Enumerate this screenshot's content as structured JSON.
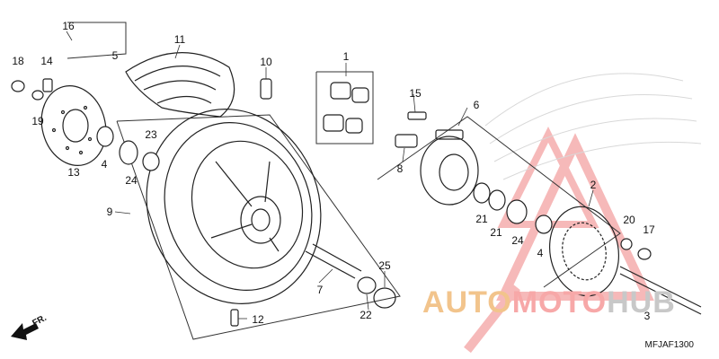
{
  "diagram": {
    "callouts": [
      {
        "id": "c1",
        "text": "1"
      },
      {
        "id": "c2",
        "text": "2"
      },
      {
        "id": "c3",
        "text": "3"
      },
      {
        "id": "c4a",
        "text": "4"
      },
      {
        "id": "c4b",
        "text": "4"
      },
      {
        "id": "c5",
        "text": "5"
      },
      {
        "id": "c6",
        "text": "6"
      },
      {
        "id": "c7",
        "text": "7"
      },
      {
        "id": "c8",
        "text": "8"
      },
      {
        "id": "c9",
        "text": "9"
      },
      {
        "id": "c10",
        "text": "10"
      },
      {
        "id": "c11",
        "text": "11"
      },
      {
        "id": "c12",
        "text": "12"
      },
      {
        "id": "c13",
        "text": "13"
      },
      {
        "id": "c14",
        "text": "14"
      },
      {
        "id": "c15",
        "text": "15"
      },
      {
        "id": "c16",
        "text": "16"
      },
      {
        "id": "c17",
        "text": "17"
      },
      {
        "id": "c18",
        "text": "18"
      },
      {
        "id": "c19",
        "text": "19"
      },
      {
        "id": "c20",
        "text": "20"
      },
      {
        "id": "c21a",
        "text": "21"
      },
      {
        "id": "c21b",
        "text": "21"
      },
      {
        "id": "c22",
        "text": "22"
      },
      {
        "id": "c23",
        "text": "23"
      },
      {
        "id": "c24a",
        "text": "24"
      },
      {
        "id": "c24b",
        "text": "24"
      },
      {
        "id": "c25",
        "text": "25"
      }
    ],
    "front_label": "FR.",
    "diagram_code": "MFJAF1300"
  },
  "watermark": {
    "part1": "AUTO",
    "part2": "MOTO",
    "part3": "HUB",
    "colors": {
      "part1": "#f2c48c",
      "part2": "#f7a8a8",
      "part3": "#c8c8c8",
      "triangle": "#f08080"
    }
  }
}
